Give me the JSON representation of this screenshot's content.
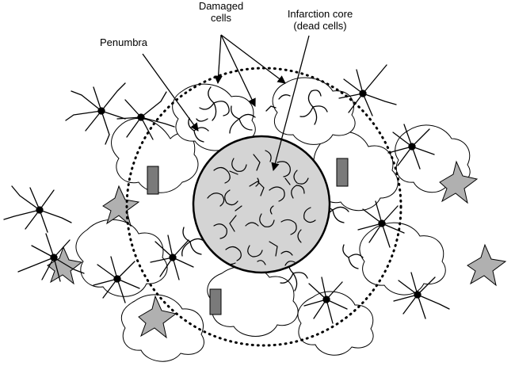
{
  "labels": {
    "penumbra": "Penumbra",
    "damaged_line1": "Damaged",
    "damaged_line2": "cells",
    "core_line1": "Infarction core",
    "core_line2": "(dead cells)"
  },
  "colors": {
    "core_fill": "#d4d4d4",
    "neuron_fill": "#bdbdbd",
    "astrocyte_fill": "#b0b0b0",
    "line": "#000000",
    "background": "#ffffff"
  },
  "icons": [
    "neuron-icon",
    "astrocyte-icon",
    "damaged-cell-icon",
    "dead-cell-fragment-icon"
  ]
}
